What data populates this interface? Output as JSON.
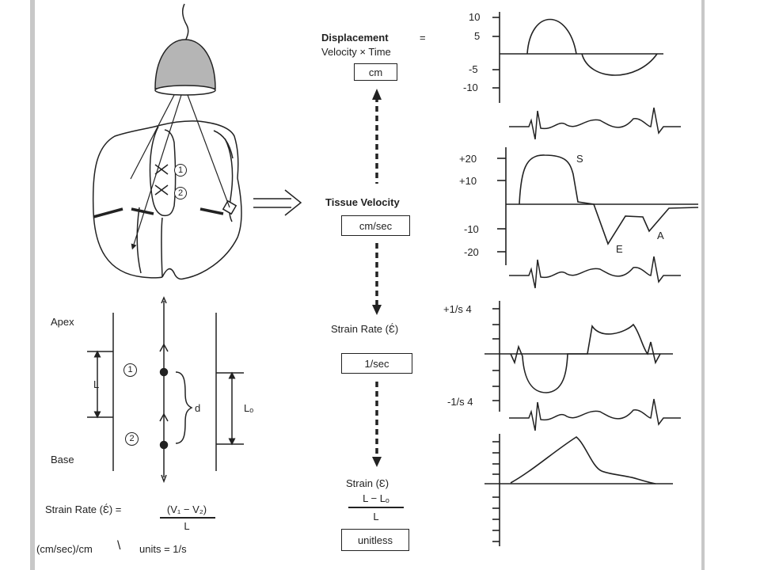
{
  "left": {
    "circle_1": "1",
    "circle_2": "2",
    "apex_label": "Apex",
    "base_label": "Base",
    "length_label": "L",
    "initial_length_label": "Lₒ",
    "distance_label": "d",
    "strain_rate_formula_lhs": "Strain Rate (Ɛ́) =",
    "strain_rate_formula_num": "(V₁ − V₂)",
    "strain_rate_formula_den": "L",
    "units_lhs": "(cm/sec)/cm",
    "units_rhs": "units = 1/s"
  },
  "middle": {
    "displacement_title": "Displacement",
    "displacement_eq": "=",
    "displacement_formula": "Velocity × Time",
    "displacement_unit": "cm",
    "velocity_title": "Tissue Velocity",
    "velocity_unit": "cm/sec",
    "strain_rate_title": "Strain Rate (Ɛ́)",
    "strain_rate_unit": "1/sec",
    "strain_title": "Strain (Ɛ)",
    "strain_formula_num": "L − Lₒ",
    "strain_formula_den": "L",
    "strain_unit": "unitless"
  },
  "plots": {
    "displacement_ticks": [
      "10",
      "5",
      "-5",
      "-10"
    ],
    "velocity_ticks": [
      "+20",
      "+10",
      "-10",
      "-20"
    ],
    "velocity_wave_labels": [
      "S",
      "E",
      "A"
    ],
    "strain_rate_ticks": [
      "+1/s 4",
      "-1/s 4"
    ]
  },
  "colors": {
    "ink": "#222222",
    "probe_fill": "#b5b5b5",
    "frame_edge": "#c8c8c8"
  },
  "icons": [
    "ultrasound-probe-icon",
    "heart-icon",
    "double-arrow-icon"
  ]
}
